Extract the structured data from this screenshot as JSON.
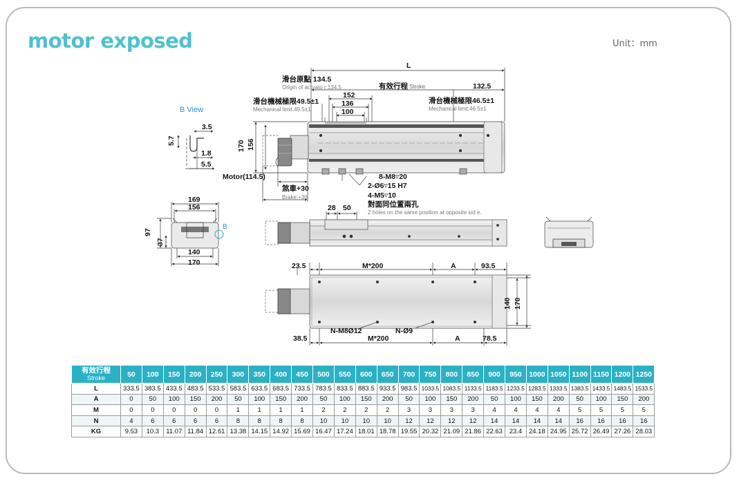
{
  "header": {
    "title": "motor exposed",
    "unit": "Unit：mm"
  },
  "dims": {
    "L": "L",
    "origin_cn": "滑台原點 134.5",
    "origin_en": "Origin of actuato r:134.5",
    "effective_cn": "有效行程",
    "effective_en": "Stroke",
    "d1325": "132.5",
    "d152": "152",
    "d136": "136",
    "d100": "100",
    "mech_left_cn": "滑台機械極限49.5±1",
    "mech_left_en": "Mechanical limit:49.5±1",
    "mech_right_cn": "滑台機械極限46.5±1",
    "mech_right_en": "Mechanical limit:46.5±1",
    "bview": "B View",
    "b35": "3.5",
    "b57": "5.7",
    "b18": "1.8",
    "b55": "5.5",
    "v170": "170",
    "v156": "156",
    "motor": "Motor(114.5)",
    "brake_cn": "煞車+30",
    "brake_en": "Brake:+30",
    "m8": "8-M8▿20",
    "phi6": "2-Ø6▿15 H7",
    "m5": "4-M5▿10",
    "holes_cn": "對面同位置兩孔",
    "holes_en": "2 holes on the same position at opposite sid e.",
    "d28": "28",
    "d50": "50",
    "s169": "169",
    "s156": "156",
    "s97": "97",
    "s37": "37",
    "s140": "140",
    "s170": "170",
    "sB": "B",
    "d235": "23.5",
    "m200": "M*200",
    "A": "A",
    "d935": "93.5",
    "d140": "140",
    "d170": "170",
    "nm8": "N-M8Ø12",
    "n9": "N-Ø9",
    "d385": "38.5",
    "m200b": "M*200",
    "Ab": "A",
    "d785": "78.5"
  },
  "table": {
    "head_cn": "有效行程",
    "head_en": "Stroke",
    "strokes": [
      "50",
      "100",
      "150",
      "200",
      "250",
      "300",
      "350",
      "400",
      "450",
      "500",
      "550",
      "600",
      "650",
      "700",
      "750",
      "800",
      "850",
      "900",
      "950",
      "1000",
      "1050",
      "1100",
      "1150",
      "1200",
      "1250"
    ],
    "rows": [
      {
        "label": "L",
        "values": [
          "333.5",
          "383.5",
          "433.5",
          "483.5",
          "533.5",
          "583.5",
          "633.5",
          "683.5",
          "733.5",
          "783.5",
          "833.5",
          "883.5",
          "933.5",
          "983.5",
          "1033.5",
          "1083.5",
          "1133.5",
          "1183.5",
          "1233.5",
          "1283.5",
          "1333.5",
          "1383.5",
          "1433.5",
          "1483.5",
          "1533.5"
        ]
      },
      {
        "label": "A",
        "values": [
          "0",
          "50",
          "100",
          "150",
          "200",
          "50",
          "100",
          "150",
          "200",
          "50",
          "100",
          "150",
          "200",
          "50",
          "100",
          "150",
          "200",
          "50",
          "100",
          "150",
          "200",
          "50",
          "100",
          "150",
          "200"
        ]
      },
      {
        "label": "M",
        "values": [
          "0",
          "0",
          "0",
          "0",
          "0",
          "1",
          "1",
          "1",
          "1",
          "2",
          "2",
          "2",
          "2",
          "3",
          "3",
          "3",
          "3",
          "4",
          "4",
          "4",
          "4",
          "5",
          "5",
          "5",
          "5"
        ]
      },
      {
        "label": "N",
        "values": [
          "4",
          "6",
          "6",
          "6",
          "6",
          "8",
          "8",
          "8",
          "8",
          "10",
          "10",
          "10",
          "10",
          "12",
          "12",
          "12",
          "12",
          "14",
          "14",
          "14",
          "14",
          "16",
          "16",
          "16",
          "16"
        ]
      },
      {
        "label": "KG",
        "values": [
          "9.53",
          "10.3",
          "11.07",
          "11.84",
          "12.61",
          "13.38",
          "14.15",
          "14.92",
          "15.69",
          "16.47",
          "17.24",
          "18.01",
          "18.78",
          "19.55",
          "20.32",
          "21.09",
          "21.86",
          "22.63",
          "23.4",
          "24.18",
          "24.95",
          "25.72",
          "26.49",
          "27.26",
          "28.03"
        ]
      }
    ]
  }
}
